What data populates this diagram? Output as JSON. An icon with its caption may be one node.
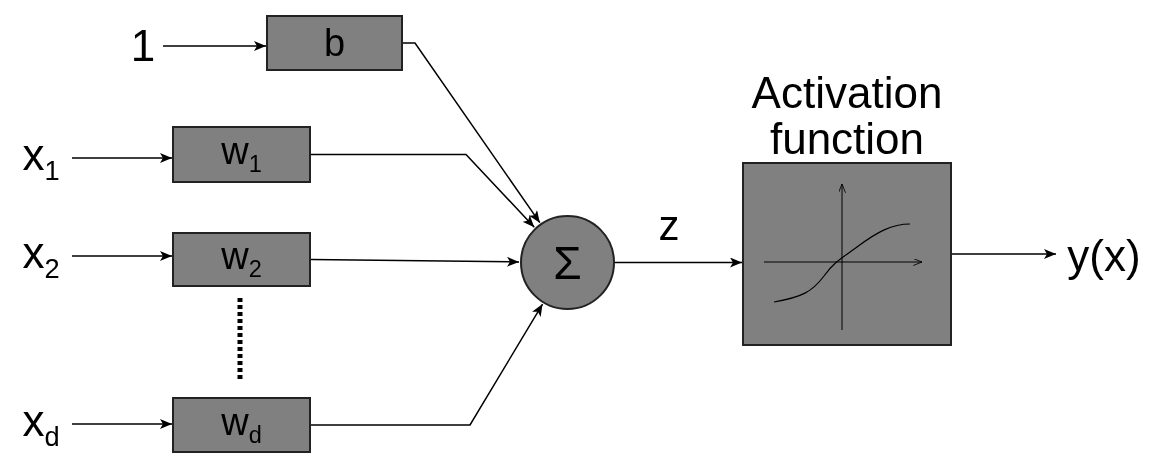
{
  "diagram": {
    "nodes": [
      {
        "text": [
          "1"
        ]
      },
      {
        "text": [
          "b"
        ]
      },
      {
        "text": [
          "x$_{1}$"
        ]
      },
      {
        "text": [
          "w$_{1}$"
        ]
      },
      {
        "text": [
          "x$_{2}$"
        ]
      },
      {
        "text": [
          "w$_{2}$"
        ]
      },
      {
        "text": [
          "x$_{d}$"
        ]
      },
      {
        "text": [
          "w$_{d}$"
        ]
      },
      {
        "text": [
          "Σ"
        ]
      },
      {
        "text": [
          "Activation function"
        ]
      },
      {
        "text": [
          "y(x)"
        ]
      }
    ],
    "edges": [
      {
        "from": 0,
        "to": 1,
        "arrow": "to"
      },
      {
        "from": 1,
        "to": 8,
        "arrow": "to"
      },
      {
        "from": 2,
        "to": 3,
        "arrow": "to"
      },
      {
        "from": 3,
        "to": 8,
        "arrow": "to"
      },
      {
        "from": 4,
        "to": 5,
        "arrow": "to"
      },
      {
        "from": 5,
        "to": 8,
        "arrow": "to"
      },
      {
        "from": 6,
        "to": 7,
        "arrow": "to"
      },
      {
        "from": 7,
        "to": 8,
        "arrow": "to"
      },
      {
        "from": 8,
        "to": 9,
        "arrow": "to",
        "label": "z"
      },
      {
        "from": 9,
        "to": 10,
        "arrow": "to"
      }
    ]
  }
}
